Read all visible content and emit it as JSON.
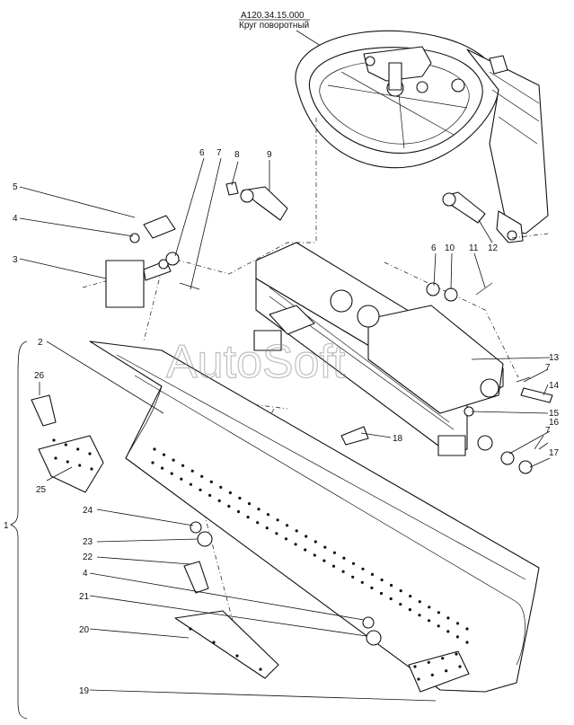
{
  "title": {
    "code": "А120.34.15.000",
    "name": "Круг поворотный"
  },
  "watermark": "AutoSoft",
  "labels": {
    "n1": "1",
    "n2": "2",
    "n3": "3",
    "n4a": "4",
    "n4b": "4",
    "n5": "5",
    "n6a": "6",
    "n6b": "6",
    "n7a": "7",
    "n7b": "7",
    "n7c": "7",
    "n8": "8",
    "n9": "9",
    "n10": "10",
    "n11": "11",
    "n12": "12",
    "n13": "13",
    "n14": "14",
    "n15": "15",
    "n16": "16",
    "n17": "17",
    "n18": "18",
    "n19": "19",
    "n20": "20",
    "n21": "21",
    "n22": "22",
    "n23": "23",
    "n24": "24",
    "n25": "25",
    "n26": "26"
  }
}
